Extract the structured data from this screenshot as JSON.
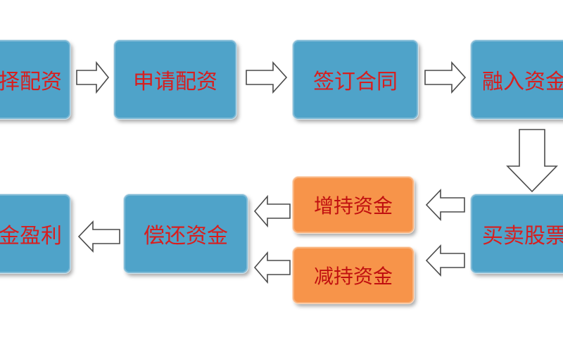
{
  "nodes": {
    "apply_margin": "申请配资",
    "sign_contract": "签订合同",
    "borrow_funds": "融入资金",
    "buy_sell_stocks": "买卖股票",
    "add_funds": "增持资金",
    "reduce_funds": "减持资金",
    "repay_funds": "偿还资金",
    "profit_funds": "资金盈利",
    "choose_margin": "选择配资"
  },
  "colors": {
    "box_blue": "#4fa3c9",
    "box_orange": "#f7944a",
    "text_red": "#d81e1e"
  }
}
